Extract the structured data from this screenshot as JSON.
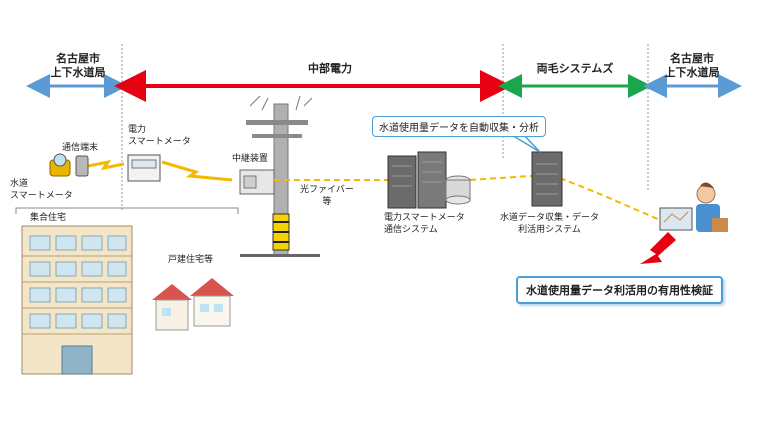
{
  "headers": {
    "left": "名古屋市\n上下水道局",
    "center": "中部電力",
    "right_system": "両毛システムズ",
    "right": "名古屋市\n上下水道局"
  },
  "labels": {
    "water_meter": "水道\nスマートメータ",
    "comm_terminal": "通信端末",
    "power_meter": "電力\nスマートメータ",
    "relay_device": "中継装置",
    "optical_fiber": "光ファイバー\n等",
    "apartment": "集合住宅",
    "detached_house": "戸建住宅等",
    "power_comm_system": "電力スマートメータ\n通信システム",
    "water_data_system": "水道データ収集・データ\n利活用システム"
  },
  "callout": "水道使用量データを自動収集・分析",
  "result": "水道使用量データ利活用の有用性検証",
  "colors": {
    "blue_arrow": "#5b9bd5",
    "red_arrow": "#e60012",
    "green_arrow": "#1aa64a",
    "data_line": "#f5b800",
    "callout_border": "#4a9fd8"
  }
}
